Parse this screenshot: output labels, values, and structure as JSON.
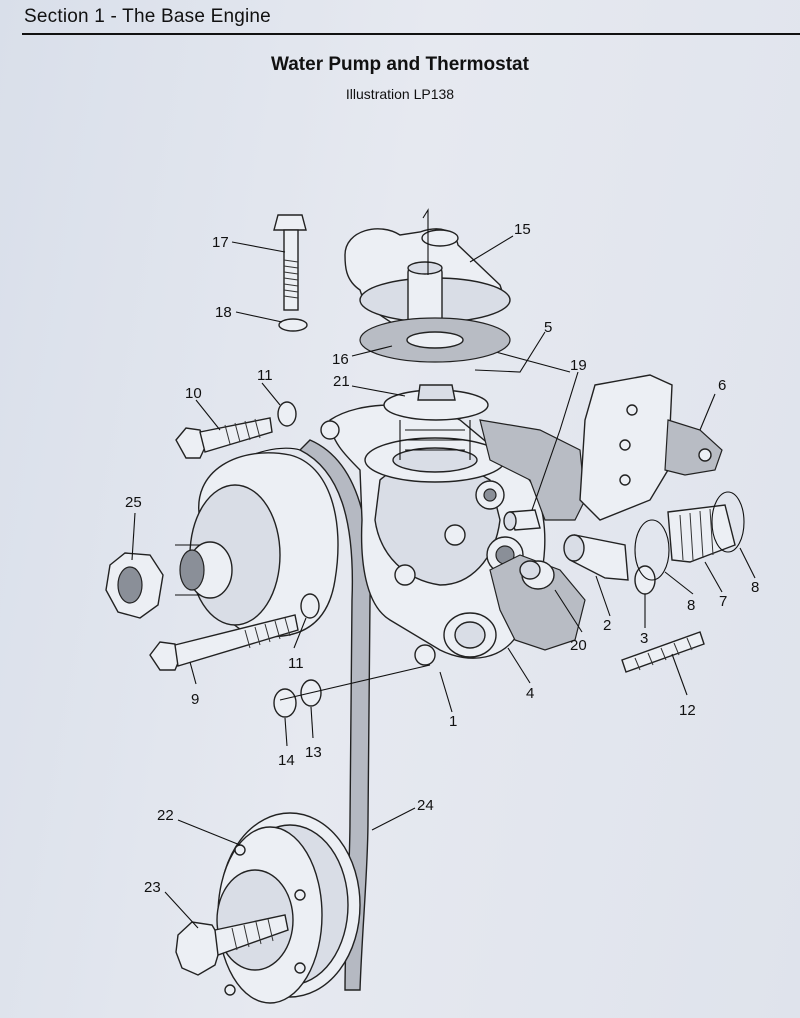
{
  "header": {
    "section": "Section 1 - The Base Engine"
  },
  "document": {
    "title": "Water Pump and Thermostat",
    "illustration": "Illustration LP138"
  },
  "callouts": [
    {
      "id": "c1",
      "label": "1"
    },
    {
      "id": "c2",
      "label": "2"
    },
    {
      "id": "c3",
      "label": "3"
    },
    {
      "id": "c4",
      "label": "4"
    },
    {
      "id": "c5",
      "label": "5"
    },
    {
      "id": "c6",
      "label": "6"
    },
    {
      "id": "c7",
      "label": "7"
    },
    {
      "id": "c8a",
      "label": "8"
    },
    {
      "id": "c8b",
      "label": "8"
    },
    {
      "id": "c9",
      "label": "9"
    },
    {
      "id": "c10",
      "label": "10"
    },
    {
      "id": "c11a",
      "label": "11"
    },
    {
      "id": "c11b",
      "label": "11"
    },
    {
      "id": "c12",
      "label": "12"
    },
    {
      "id": "c13",
      "label": "13"
    },
    {
      "id": "c14",
      "label": "14"
    },
    {
      "id": "c15",
      "label": "15"
    },
    {
      "id": "c16",
      "label": "16"
    },
    {
      "id": "c17",
      "label": "17"
    },
    {
      "id": "c18",
      "label": "18"
    },
    {
      "id": "c19",
      "label": "19"
    },
    {
      "id": "c20",
      "label": "20"
    },
    {
      "id": "c21",
      "label": "21"
    },
    {
      "id": "c22",
      "label": "22"
    },
    {
      "id": "c23",
      "label": "23"
    },
    {
      "id": "c24",
      "label": "24"
    },
    {
      "id": "c25",
      "label": "25"
    }
  ]
}
